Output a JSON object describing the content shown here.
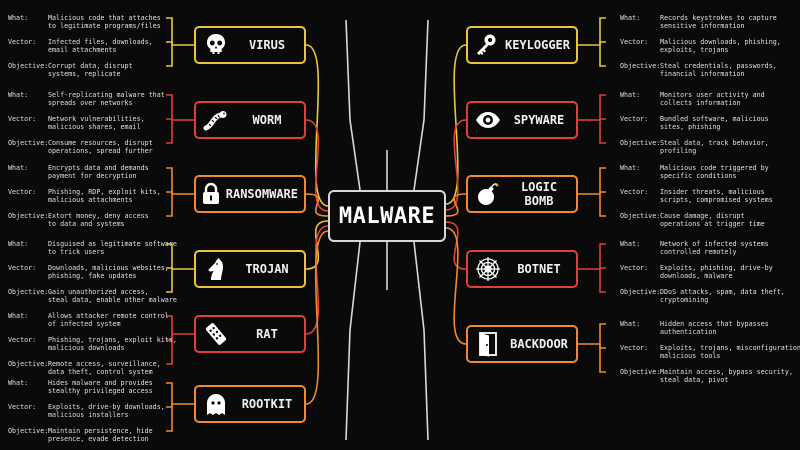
{
  "center": {
    "label": "MALWARE"
  },
  "keys": {
    "what": "What:",
    "vector": "Vector:",
    "objective": "Objective:"
  },
  "colors": {
    "yellow": "#e8c53a",
    "red": "#e0403a",
    "orange": "#f08a2a",
    "white": "#d8d8d8"
  },
  "left": [
    {
      "name": "VIRUS",
      "icon": "skull-icon",
      "what": "Malicious code that attaches\nto legitimate programs/files",
      "vector": "Infected files, downloads,\nemail attachments",
      "objective": "Corrupt data, disrupt\nsystems, replicate"
    },
    {
      "name": "WORM",
      "icon": "worm-icon",
      "what": "Self-replicating malware that\nspreads over networks",
      "vector": "Network vulnerabilities,\nmalicious shares, email",
      "objective": "Consume resources, disrupt\noperations, spread further"
    },
    {
      "name": "RANSOMWARE",
      "icon": "lock-icon",
      "what": "Encrypts data and demands\npayment for decryption",
      "vector": "Phishing, RDP, exploit kits,\nmalicious attachments",
      "objective": "Extort money, deny access\nto data and systems"
    },
    {
      "name": "TROJAN",
      "icon": "horse-icon",
      "what": "Disguised as legitimate software\nto trick users",
      "vector": "Downloads, malicious websites,\nphishing, fake updates",
      "objective": "Gain unauthorized access,\nsteal data, enable other malware"
    },
    {
      "name": "RAT",
      "icon": "remote-icon",
      "what": "Allows attacker remote control\nof infected system",
      "vector": "Phishing, trojans, exploit kits,\nmalicious downloads",
      "objective": "Remote access, surveillance,\ndata theft, control system"
    },
    {
      "name": "ROOTKIT",
      "icon": "ghost-icon",
      "what": "Hides malware and provides\nstealthy privileged access",
      "vector": "Exploits, drive-by downloads,\nmalicious installers",
      "objective": "Maintain persistence, hide\npresence, evade detection"
    }
  ],
  "right": [
    {
      "name": "KEYLOGGER",
      "icon": "key-icon",
      "what": "Records keystrokes to capture\nsensitive information",
      "vector": "Malicious downloads, phishing,\nexploits, trojans",
      "objective": "Steal credentials, passwords,\nfinancial information"
    },
    {
      "name": "SPYWARE",
      "icon": "eye-icon",
      "what": "Monitors user activity and\ncollects information",
      "vector": "Bundled software, malicious\nsites, phishing",
      "objective": "Steal data, track behavior,\nprofiling"
    },
    {
      "name": "LOGIC BOMB",
      "icon": "bomb-icon",
      "what": "Malicious code triggered by\nspecific conditions",
      "vector": "Insider threats, malicious\nscripts, compromised systems",
      "objective": "Cause damage, disrupt\noperations at trigger time"
    },
    {
      "name": "BOTNET",
      "icon": "web-icon",
      "what": "Network of infected systems\ncontrolled remotely",
      "vector": "Exploits, phishing, drive-by\ndownloads, malware",
      "objective": "DDoS attacks, spam, data theft,\ncryptomining"
    },
    {
      "name": "BACKDOOR",
      "icon": "door-icon",
      "what": "Hidden access that bypasses\nauthentication",
      "vector": "Exploits, trojans, misconfigurations,\nmalicious tools",
      "objective": "Maintain access, bypass security,\nsteal data, pivot"
    }
  ]
}
